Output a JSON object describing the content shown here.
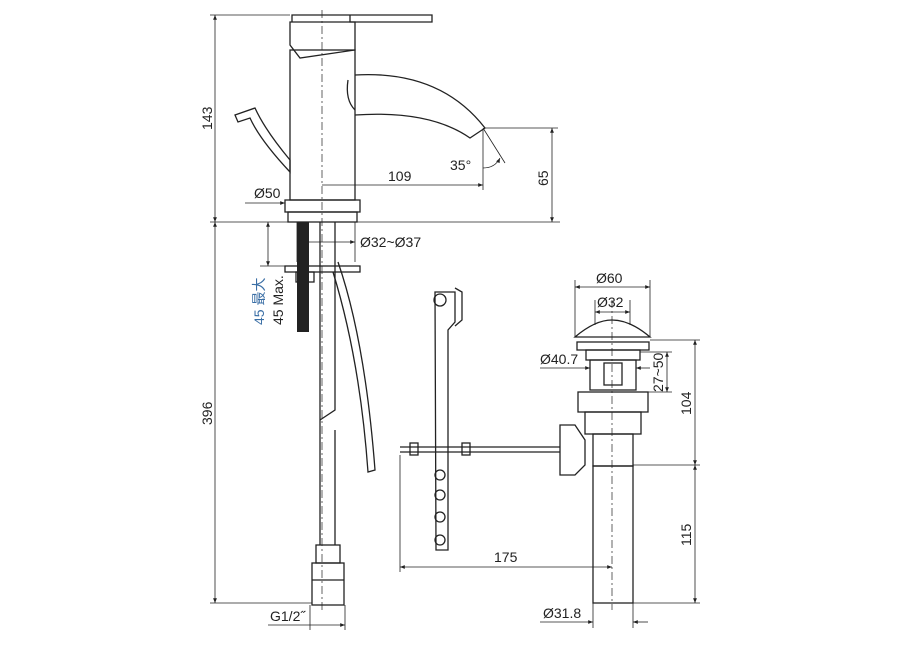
{
  "dimensions": {
    "faucet_height": "143",
    "hose_length": "396",
    "spout_reach": "109",
    "spout_height": "65",
    "spout_angle": "35°",
    "base_diameter": "Ø50",
    "hole_diameter": "Ø32~Ø37",
    "max_thickness_cn": "45 最大",
    "max_thickness_en": "45 Max.",
    "connection": "G1/2˝",
    "rod_distance": "175",
    "drain_flange": "Ø60",
    "drain_cap": "Ø32",
    "drain_thread": "Ø40.7",
    "drain_range": "27~50",
    "drain_upper": "104",
    "drain_lower": "115",
    "drain_pipe": "Ø31.8"
  },
  "colors": {
    "line": "#222222",
    "accent_text": "#3a6ea5"
  }
}
